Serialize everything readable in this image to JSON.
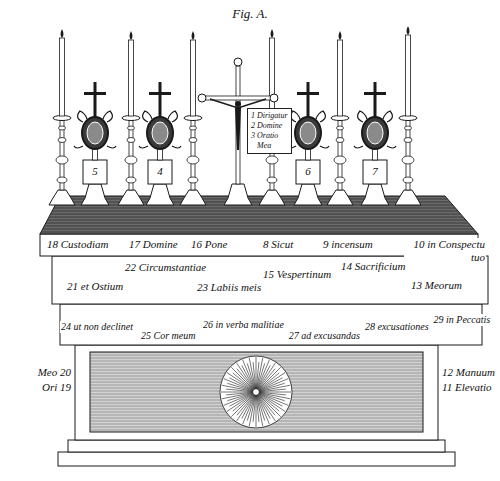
{
  "diagram": {
    "title": "Fig. A.",
    "nodes": [
      {
        "text": [
          "1 2 3",
          "Dirigatur Domine Oratio Mea"
        ]
      }
    ],
    "labels": [
      "5",
      "4",
      "6",
      "7",
      "18 Custodiam",
      "17 Domine",
      "16 Pone",
      "8 Sicut",
      "9 incensum",
      "10 in Conspectu tuo",
      "21 et Ostium",
      "22 Circumstantiae",
      "23 Labiis meis",
      "15 Vespertinum",
      "14 Sacrificium",
      "13 Meorum",
      "24 ut non declinet",
      "25 Cor meum",
      "26 in verba malitiae",
      "27 ad excusandas",
      "28 excusationes",
      "29 in Peccatis",
      "Meo 20",
      "Ori 19",
      "12 Manuum",
      "11 Elevatio"
    ]
  }
}
